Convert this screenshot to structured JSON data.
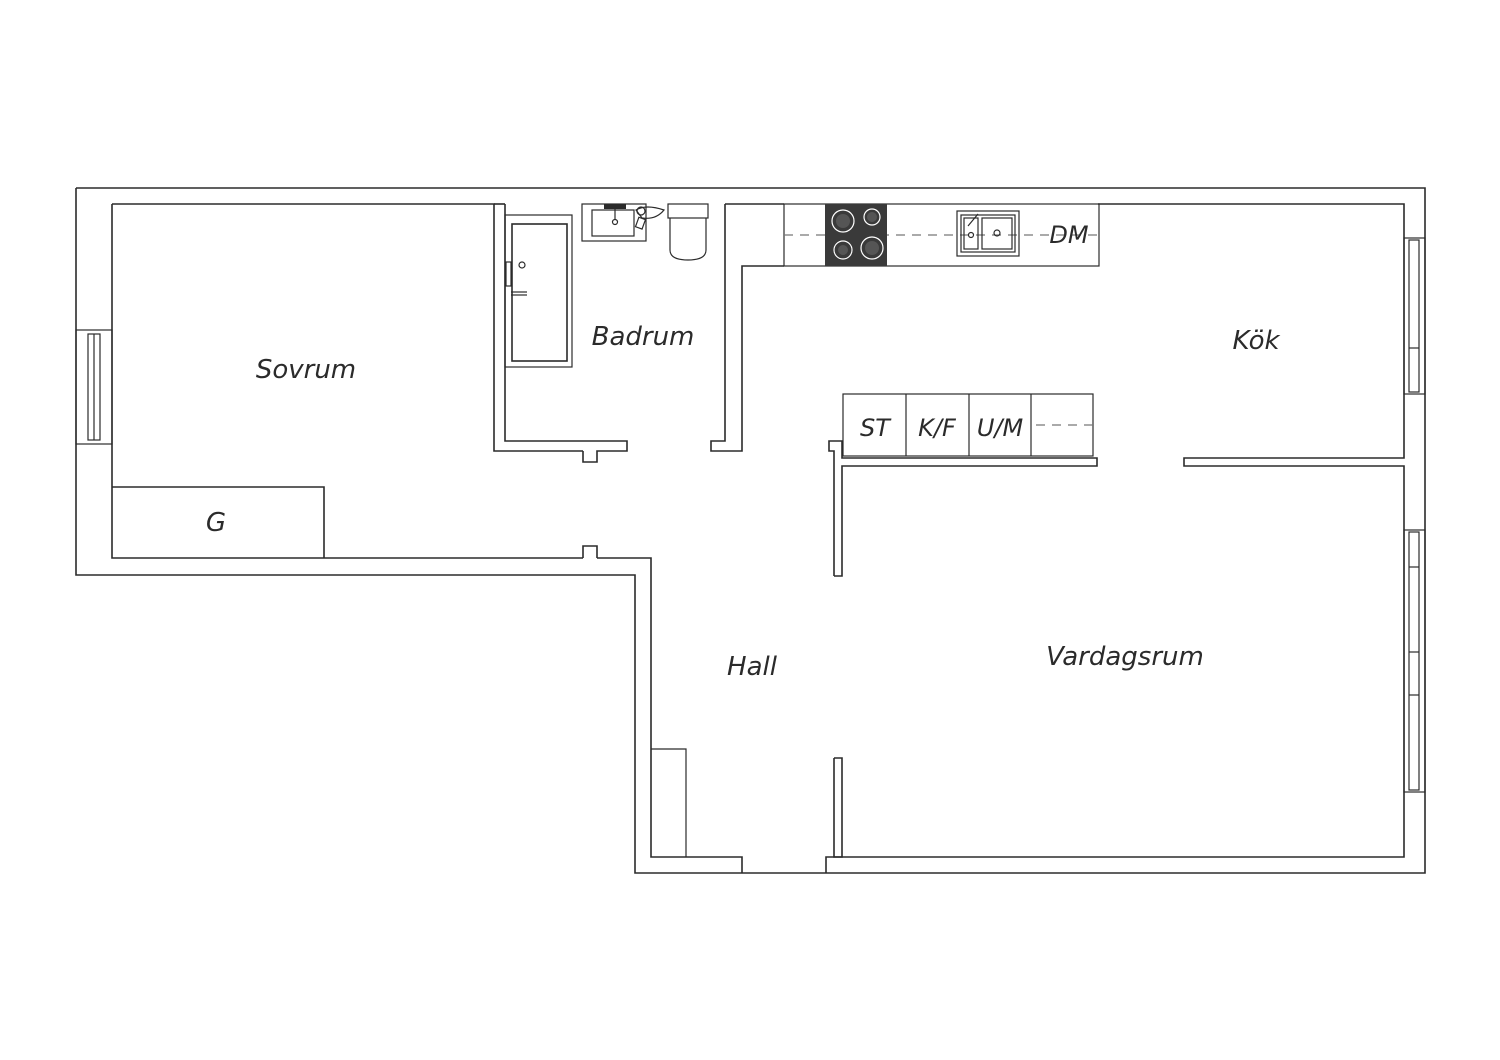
{
  "rooms": {
    "sovrum": "Sovrum",
    "badrum": "Badrum",
    "kok": "Kök",
    "hall": "Hall",
    "vardagsrum": "Vardagsrum",
    "garderob": "G"
  },
  "appliances": {
    "diskmaskin": "DM",
    "stove": "ST",
    "fridge_freezer": "K/F",
    "oven_microwave": "U/M"
  },
  "colors": {
    "wall": "#2b2b2b",
    "hob": "#3a3a3a",
    "background": "#ffffff"
  }
}
